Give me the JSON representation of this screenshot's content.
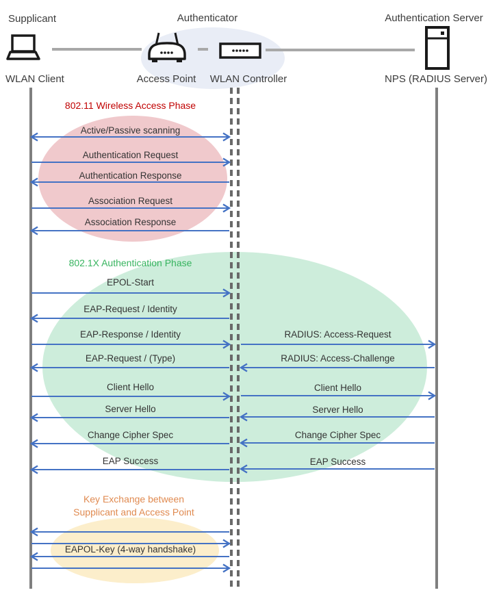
{
  "actors": {
    "supplicant": {
      "role": "Supplicant",
      "device": "WLAN Client"
    },
    "authenticator": {
      "role": "Authenticator",
      "access_point": "Access Point",
      "controller": "WLAN Controller"
    },
    "auth_server": {
      "role": "Authentication Server",
      "device": "NPS (RADIUS Server)"
    }
  },
  "phases": {
    "wireless": {
      "title": "802.11 Wireless Access Phase",
      "title_color": "#c00000",
      "fill_color": "#f0c9cc",
      "messages": [
        {
          "label": "Active/Passive scanning",
          "direction": "both"
        },
        {
          "label": "Authentication Request",
          "direction": "right"
        },
        {
          "label": "Authentication Response",
          "direction": "left"
        },
        {
          "label": "Association Request",
          "direction": "right"
        },
        {
          "label": "Association Response",
          "direction": "left"
        }
      ]
    },
    "dot1x": {
      "title": "802.1X Authentication Phase",
      "title_color": "#37b45f",
      "fill_color": "#cdeddb",
      "client_segment": [
        {
          "label": "EPOL-Start",
          "direction": "right"
        },
        {
          "label": "EAP-Request / Identity",
          "direction": "left"
        },
        {
          "label": "EAP-Response / Identity",
          "direction": "right"
        },
        {
          "label": "EAP-Request / (Type)",
          "direction": "left"
        },
        {
          "label": "Client Hello",
          "direction": "right"
        },
        {
          "label": "Server Hello",
          "direction": "left"
        },
        {
          "label": "Change Cipher Spec",
          "direction": "left"
        },
        {
          "label": "EAP Success",
          "direction": "left"
        }
      ],
      "server_segment": [
        {
          "label": "RADIUS: Access-Request",
          "direction": "right"
        },
        {
          "label": "RADIUS: Access-Challenge",
          "direction": "left"
        },
        {
          "label": "Client Hello",
          "direction": "right"
        },
        {
          "label": "Server Hello",
          "direction": "left"
        },
        {
          "label": "Change Cipher Spec",
          "direction": "left"
        },
        {
          "label": "EAP Success",
          "direction": "left"
        }
      ]
    },
    "key_exchange": {
      "title_line1": "Key Exchange between",
      "title_line2": "Supplicant and Access Point",
      "title_color": "#e08a50",
      "fill_color": "#fceecb",
      "message": {
        "label": "EAPOL-Key (4-way handshake)"
      },
      "arrow_directions": [
        "left",
        "right",
        "left",
        "right"
      ]
    }
  },
  "colors": {
    "arrow": "#4472c4",
    "lifeline": "#7f7f7f",
    "center_lifeline": "#696969",
    "connector": "#a8a8a8",
    "authenticator_fill": "#e9edf6",
    "message_text": "#333333"
  }
}
